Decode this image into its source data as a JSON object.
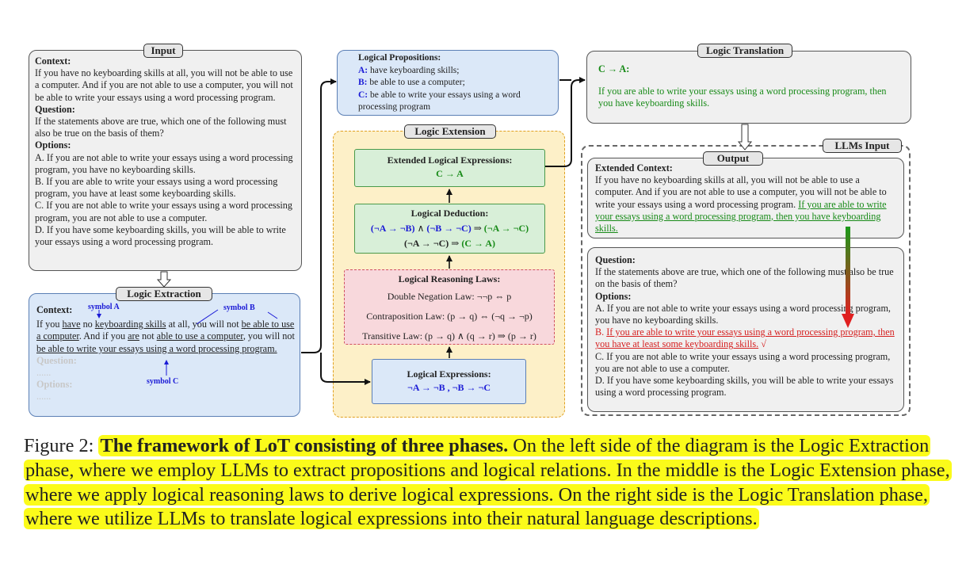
{
  "input_box": {
    "title": "Input",
    "context_label": "Context:",
    "context_text": "If you have no keyboarding skills at all, you will not be able to use a computer. And if you are not able to use a computer, you will not be able to write your essays using a word processing program.",
    "question_label": "Question:",
    "question_text": "If the statements above are true, which one of the following must also be true on the basis of them?",
    "options_label": "Options:",
    "options": [
      "A. If you are not able to write your essays using a word processing program, you have no keyboarding skills.",
      "B. If you are able to write your essays using a word processing program, you have at least some keyboarding skills.",
      "C. If you are not able to write your essays using a word processing program, you are not able to use a computer.",
      "D. If you have some keyboarding skills, you will be able to write your essays using a word processing program."
    ]
  },
  "logic_extraction": {
    "title": "Logic Extraction",
    "context_label": "Context:",
    "symbol_a": "symbol A",
    "symbol_b": "symbol B",
    "symbol_c": "symbol C",
    "t1": "If you ",
    "t2": "have",
    "t3": " no ",
    "t4": "keyboarding skills",
    "t5": " at all, you will not ",
    "t6": "be able to use a computer",
    "t7": ". And if you ",
    "t8": "are",
    "t9": " not ",
    "t10": "able to use a computer",
    "t11": ", you will not ",
    "t12": "be able to write your essays using a word processing program.",
    "question_label": "Question:",
    "question_dots": "......",
    "options_label": "Options:",
    "options_dots": "......"
  },
  "logical_propositions": {
    "title": "Logical Propositions:",
    "items": [
      {
        "key": "A:",
        "text": " have keyboarding skills;"
      },
      {
        "key": "B:",
        "text": " be able to use a computer;"
      },
      {
        "key": "C:",
        "text": " be able to write your essays using a word processing program"
      }
    ]
  },
  "logic_extension": {
    "title": "Logic Extension",
    "extended": {
      "title": "Extended Logical Expressions:",
      "expr": "C → A"
    },
    "deduction": {
      "title": "Logical Deduction:",
      "l1_a": "(¬A → ¬B)",
      "l1_b": " ∧ ",
      "l1_c": "(¬B → ¬C)",
      "l1_d": " ⇒ ",
      "l1_e": "(¬A → ¬C)",
      "l2_a": "(¬A → ¬C)",
      "l2_b": " ⇒ ",
      "l2_c": "(C → A)"
    },
    "laws": {
      "title": "Logical Reasoning Laws:",
      "items": [
        "Double Negation Law:  ¬¬p ⇔ p",
        "Contraposition Law: (p → q) ⇔ (¬q → ¬p)",
        "Transitive Law: (p → q) ∧ (q → r) ⇒ (p → r)"
      ]
    },
    "expressions": {
      "title": "Logical Expressions:",
      "expr": "¬A → ¬B , ¬B → ¬C"
    }
  },
  "logic_translation": {
    "title": "Logic Translation",
    "expr": "C → A:",
    "text": "If you are able to write your essays using a word processing program, then you have keyboarding skills."
  },
  "llms_input": {
    "title": "LLMs Input",
    "output_title": "Output",
    "extended_label": "Extended Context:",
    "extended_text": "If you have no keyboarding skills at all, you will not be able to use a computer. And if you are not able to use a computer, you will not be able to write your essays using a word processing program. ",
    "extended_added": "If you are able to write your essays using a word processing program, then you have keyboarding skills.",
    "question_label": "Question:",
    "question_text": "If the statements above are true, which one of the following must also be true on the basis of them?",
    "options_label": "Options:",
    "option_a": "A. If you are not able to write your essays using a word processing program, you have no keyboarding skills.",
    "option_b_prefix": "B. ",
    "option_b": "If you are able to write your essays using a word processing program, then you have at least some keyboarding skills.",
    "option_b_mark": " √",
    "option_c": "C. If you are not able to write your essays using a word processing program, you are not able to use a computer.",
    "option_d": "D. If you have some keyboarding skills, you will be able to write your essays using a word processing program."
  },
  "caption": {
    "prefix": "Figure 2: ",
    "bold": "The framework of LoT consisting of three phases.",
    "rest": " On the left side of the diagram is the Logic Extraction phase, where we employ LLMs to extract propositions and logical relations. In the middle is the Logic Extension phase, where we apply logical reasoning laws to derive logical expressions. On the right side is the Logic Translation phase, where we utilize LLMs to translate logical expressions into their natural language descriptions."
  },
  "colors": {
    "input_fill": "#f0f0f0",
    "extraction_fill": "#dbe8f8",
    "extension_fill": "#fdf0c8",
    "deduction_fill": "#d8efd8",
    "laws_fill": "#f8d8dc",
    "highlight": "#fbfb1a",
    "symbol_blue": "#1a1ad6",
    "translation_green": "#178a17",
    "answer_red": "#d62020"
  }
}
